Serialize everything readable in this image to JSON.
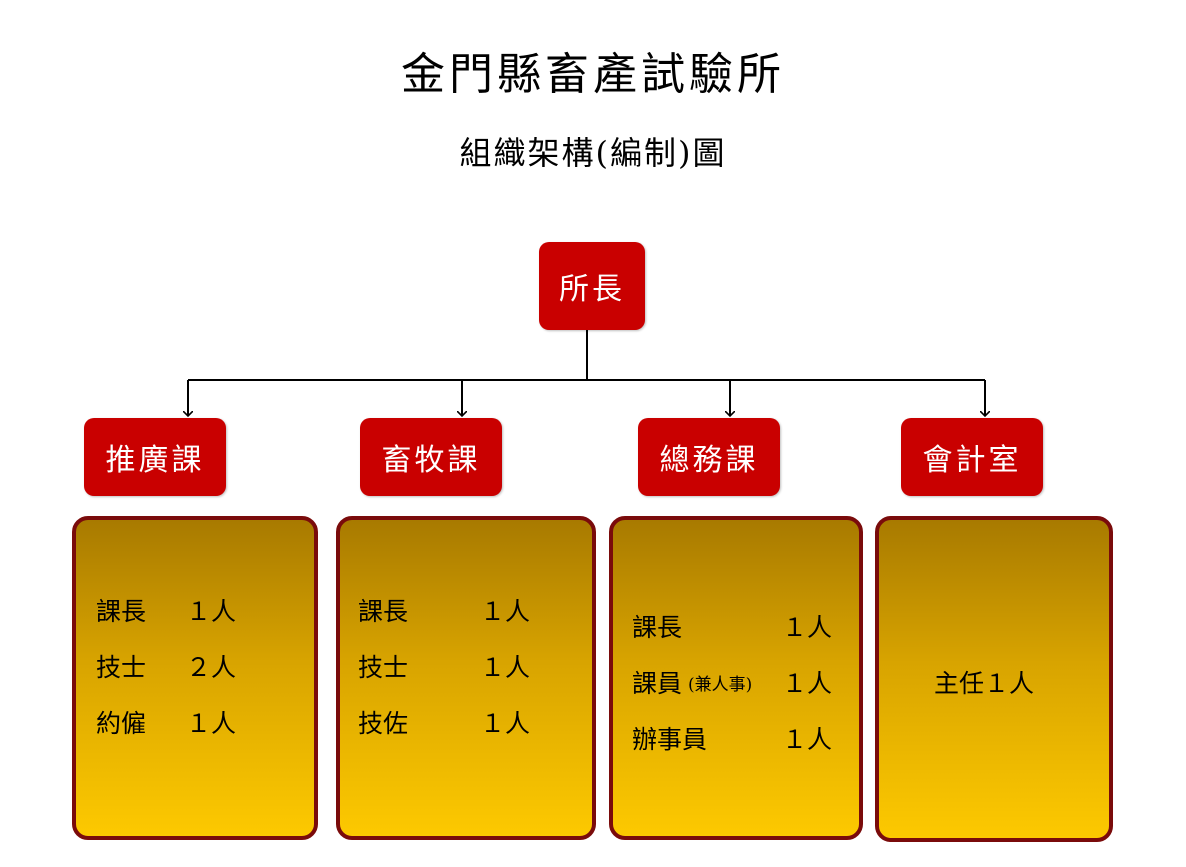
{
  "header": {
    "title": "金門縣畜產試驗所",
    "subtitle": "組織架構(編制)圖"
  },
  "root": {
    "label": "所長"
  },
  "departments": [
    {
      "label": "推廣課",
      "staff": [
        {
          "role": "課長",
          "count": "１人"
        },
        {
          "role": "技士",
          "count": "２人"
        },
        {
          "role": "約僱",
          "count": "１人"
        }
      ]
    },
    {
      "label": "畜牧課",
      "staff": [
        {
          "role": "課長",
          "count": "１人"
        },
        {
          "role": "技士",
          "count": "１人"
        },
        {
          "role": "技佐",
          "count": "１人"
        }
      ]
    },
    {
      "label": "總務課",
      "staff": [
        {
          "role": "課長",
          "count": "１人"
        },
        {
          "role": "課員",
          "note": "(兼人事)",
          "count": "１人"
        },
        {
          "role": "辦事員",
          "count": "１人"
        }
      ]
    },
    {
      "label": "會計室",
      "staff": [
        {
          "role": "主任１人"
        }
      ]
    }
  ],
  "colors": {
    "node_fill": "#c90000",
    "box_border": "#7a0b0b",
    "box_gradient_top": "#a87a00",
    "box_gradient_bottom": "#fdc900"
  }
}
